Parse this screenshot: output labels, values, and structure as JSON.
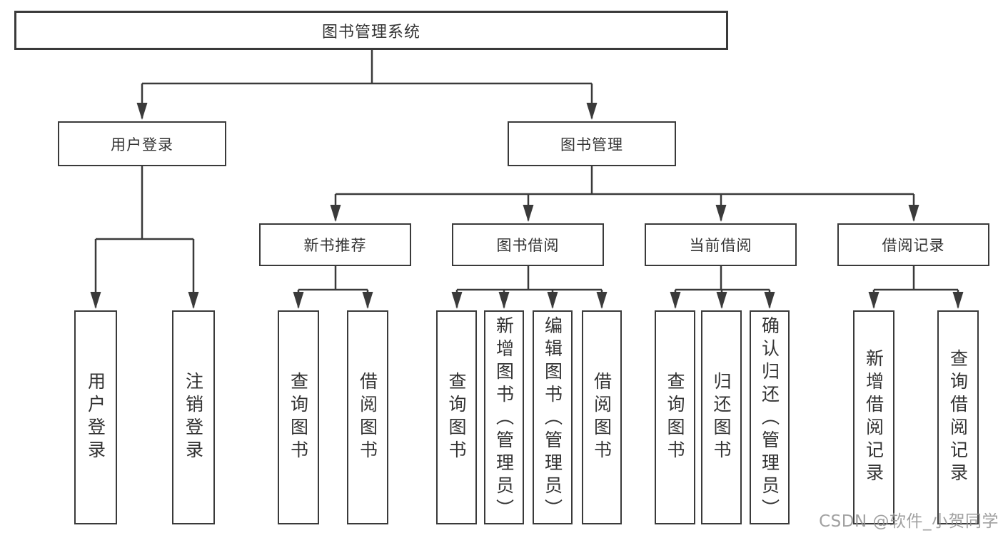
{
  "watermark": "CSDN @软件_小贺同学",
  "colors": {
    "line": "#3a3a3a",
    "box_border": "#3a3a3a",
    "text": "#333333",
    "background": "#ffffff",
    "watermark": "#919191"
  },
  "tree": {
    "label": "图书管理系统",
    "children": [
      {
        "label": "用户登录",
        "children": [
          {
            "label": "用户登录"
          },
          {
            "label": "注销登录"
          }
        ]
      },
      {
        "label": "图书管理",
        "children": [
          {
            "label": "新书推荐",
            "children": [
              {
                "label": "查询图书"
              },
              {
                "label": "借阅图书"
              }
            ]
          },
          {
            "label": "图书借阅",
            "children": [
              {
                "label": "查询图书"
              },
              {
                "label": "新增图书（管理员）"
              },
              {
                "label": "编辑图书（管理员）"
              },
              {
                "label": "借阅图书"
              }
            ]
          },
          {
            "label": "当前借阅",
            "children": [
              {
                "label": "查询图书"
              },
              {
                "label": "归还图书"
              },
              {
                "label": "确认归还（管理员）"
              }
            ]
          },
          {
            "label": "借阅记录",
            "children": [
              {
                "label": "新增借阅记录"
              },
              {
                "label": "查询借阅记录"
              }
            ]
          }
        ]
      }
    ]
  }
}
